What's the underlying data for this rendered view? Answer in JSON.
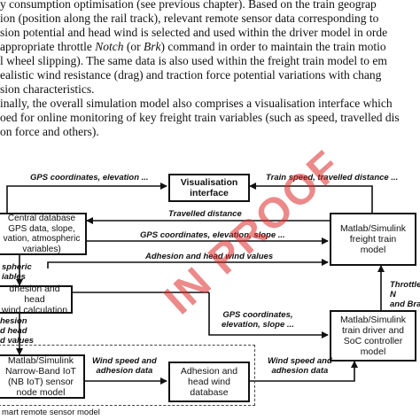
{
  "paragraph": {
    "line1": "y consumption optimisation (see previous chapter). Based on the train geograp",
    "line2": "ion (position along the rail track), relevant remote sensor data corresponding to",
    "line3": "sion potential and head wind is selected and used within the driver model in orde",
    "line4_a": " appropriate throttle ",
    "line4_notch": "Notch",
    "line4_b": " (or ",
    "line4_brk": "Brk",
    "line4_c": ") command in order to maintain the train motio",
    "line5": "l wheel slipping). The same data is also used within the freight train model to em",
    "line6": "ealistic wind resistance (drag) and traction force potential variations with chang",
    "line7": "sion characteristics.",
    "line8": "inally, the overall simulation model also comprises a visualisation interface which",
    "line9": "oed for online monitoring of key freight train variables (such as speed, travelled dis",
    "line10": "on force and others)."
  },
  "watermark": "IN PROOF",
  "boxes": {
    "visualisation": "Visualisation\ninterface",
    "central_db": "Central database\nGPS data, slope,\nvation, atmospheric\nvariables)",
    "freight_model": "Matlab/Simulink\nfreight train\nmodel",
    "adhesion_calc": "dhesion and head\nwind calculation",
    "driver_model": "Matlab/Simulink\ntrain driver and\nSoC controller\nmodel",
    "nbiot_model": "Matlab/Simulink\nNarrow-Band IoT\n(NB IoT) sensor\nnode model",
    "adhesion_db": "Adhesion and\nhead wind\ndatabase"
  },
  "labels": {
    "gps_elev": "GPS coordinates, elevation ...",
    "speed_dist": "Train speed, travelled distance ...",
    "travelled": "Travelled distance",
    "gps_slope": "GPS coordinates, elevation, slope ...",
    "adhesion_values": "Adhesion and head wind values",
    "spheric": "spheric\niables",
    "gps_elev_slope": "GPS coordinates,\nelevation, slope ...",
    "throttle": "Throttle N\nand Bra",
    "hesion": "hesion\nd head\nd values",
    "wind_speed_1": "Wind speed and\nadhesion data",
    "wind_speed_2": "Wind speed and\nadhesion data",
    "smart_remote": "mart remote sensor model"
  }
}
